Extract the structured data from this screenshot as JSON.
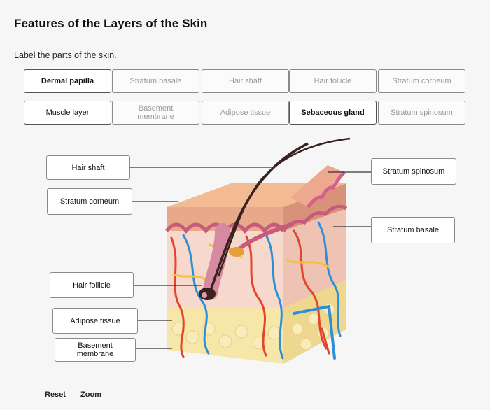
{
  "title": "Features of the Layers of the Skin",
  "instruction": "Label the parts of the skin.",
  "word_bank": [
    {
      "label": "Dermal papilla",
      "state": "selected"
    },
    {
      "label": "Stratum basale",
      "state": "used"
    },
    {
      "label": "Hair shaft",
      "state": "used"
    },
    {
      "label": "Hair follicle",
      "state": "used"
    },
    {
      "label": "Stratum corneum",
      "state": "used"
    },
    {
      "label": "Muscle layer",
      "state": "available"
    },
    {
      "label": "Basement membrane",
      "state": "used"
    },
    {
      "label": "Adipose tissue",
      "state": "used"
    },
    {
      "label": "Sebaceous gland",
      "state": "selected"
    },
    {
      "label": "Stratum spinosum",
      "state": "used"
    }
  ],
  "placed_labels": {
    "left": [
      "Hair shaft",
      "Stratum corneum",
      "Hair follicle",
      "Adipose tissue",
      "Basement membrane"
    ],
    "right": [
      "Stratum spinosum",
      "Stratum basale"
    ]
  },
  "footer": {
    "reset": "Reset",
    "zoom": "Zoom"
  },
  "colors": {
    "epidermis": "#e8a88a",
    "dermis": "#f7d8cc",
    "hypodermis": "#f6e6a8",
    "artery": "#e2452f",
    "vein": "#2f8fd6",
    "nerve": "#f2c23a",
    "hair": "#3a2220"
  }
}
